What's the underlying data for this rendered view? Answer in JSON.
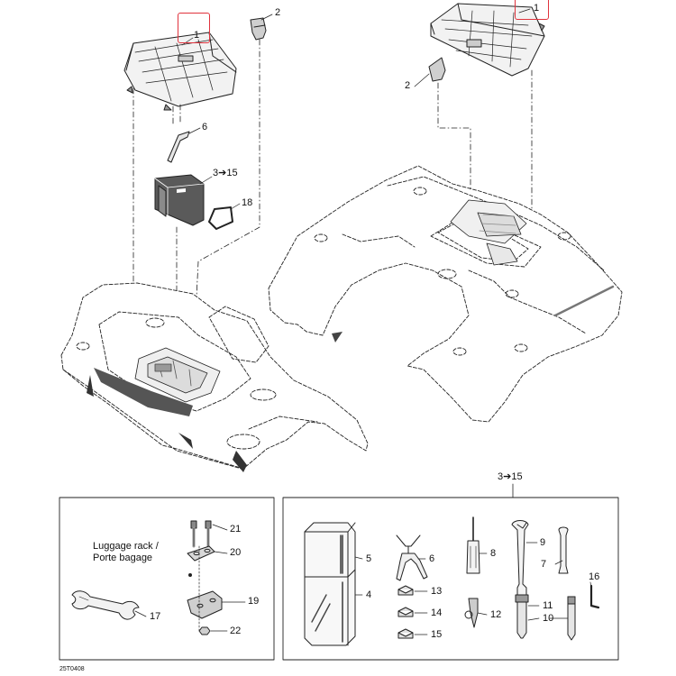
{
  "callouts": {
    "top_left_1": "1",
    "top_left_2": "2",
    "top_left_6": "6",
    "top_left_3_15": "3➔15",
    "top_left_18": "18",
    "top_right_1": "1",
    "top_right_2": "2",
    "box_left_21": "21",
    "box_left_20": "20",
    "box_left_19": "19",
    "box_left_22": "22",
    "box_left_17": "17",
    "box_right_header": "3➔15",
    "box_right_5": "5",
    "box_right_4": "4",
    "box_right_6": "6",
    "box_right_8": "8",
    "box_right_9": "9",
    "box_right_7": "7",
    "box_right_16": "16",
    "box_right_13": "13",
    "box_right_14": "14",
    "box_right_15": "15",
    "box_right_12": "12",
    "box_right_11": "11",
    "box_right_10": "10"
  },
  "luggage_note": {
    "line1": "Luggage rack /",
    "line2": "Porte bagage"
  },
  "figure_code": "25T0408",
  "highlight_color": "#e0333d"
}
